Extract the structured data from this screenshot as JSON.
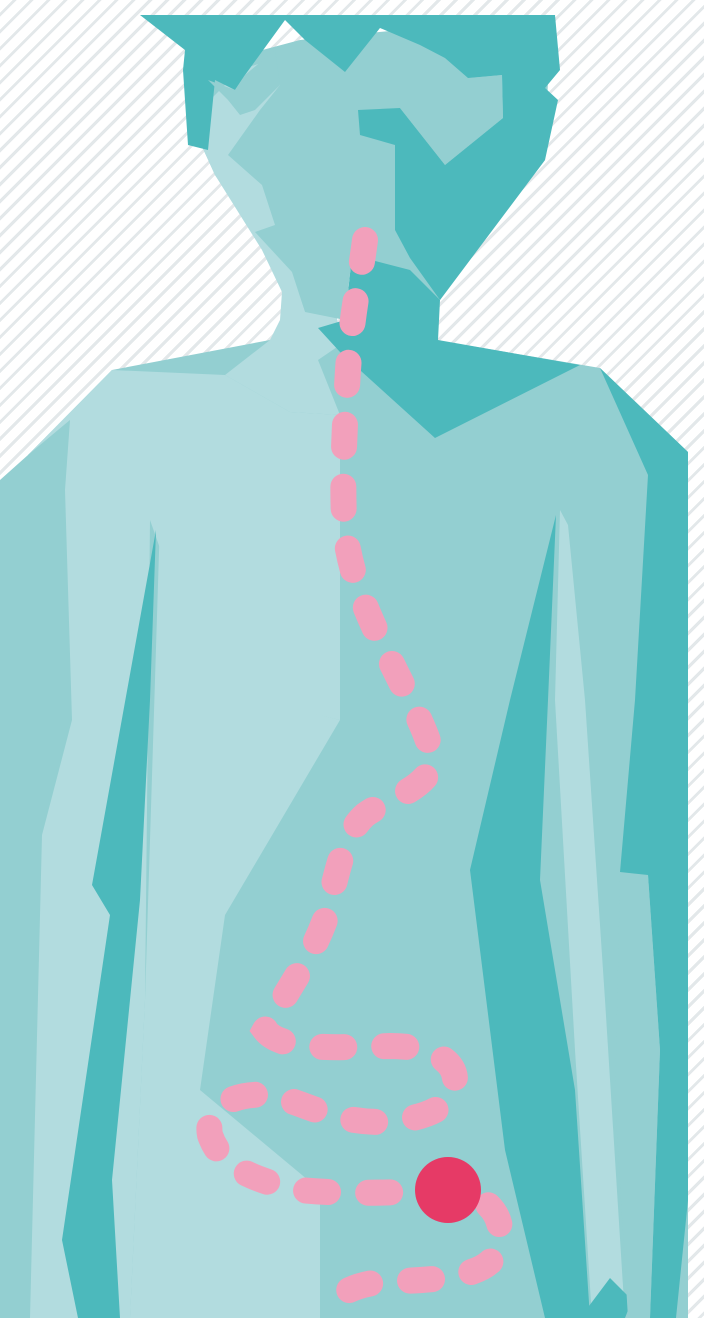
{
  "colors": {
    "background": "#ffffff",
    "stripe": "#e3e8ea",
    "body_dark": "#4cb9bc",
    "body_mid": "#93cfd1",
    "body_light": "#b2dcdf",
    "digestive_path": "#f2a0bb",
    "highlight_marker": "#e63a66"
  },
  "illustration": {
    "subject": "human-body-silhouette",
    "path_style": "dashed",
    "marker_icon": "circle"
  }
}
